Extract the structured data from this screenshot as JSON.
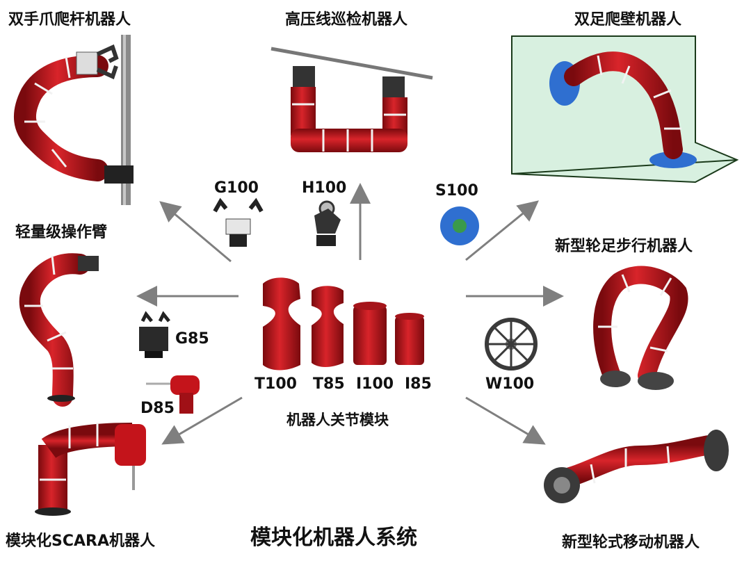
{
  "robots": {
    "dual_gripper_pole_climber": "双手爪爬杆机器人",
    "hv_line_inspection": "高压线巡检机器人",
    "biped_wall_climber": "双足爬壁机器人",
    "lightweight_arm": "轻量级操作臂",
    "wheel_leg_walker": "新型轮足步行机器人",
    "scara": "模块化SCARA机器人",
    "wheeled_mobile": "新型轮式移动机器人"
  },
  "modules": {
    "g100": "G100",
    "h100": "H100",
    "s100": "S100",
    "g85": "G85",
    "d85": "D85",
    "w100": "W100",
    "t100": "T100",
    "t85": "T85",
    "i100": "I100",
    "i85": "I85"
  },
  "center_label": "机器人关节模块",
  "system_title": "模块化机器人系统",
  "colors": {
    "joint_red": "#c4141b",
    "joint_dark": "#7a0a0e",
    "arrow_gray": "#7f7f7f",
    "wall_green": "#d8f0e0",
    "blue_part": "#2f6fd0"
  }
}
